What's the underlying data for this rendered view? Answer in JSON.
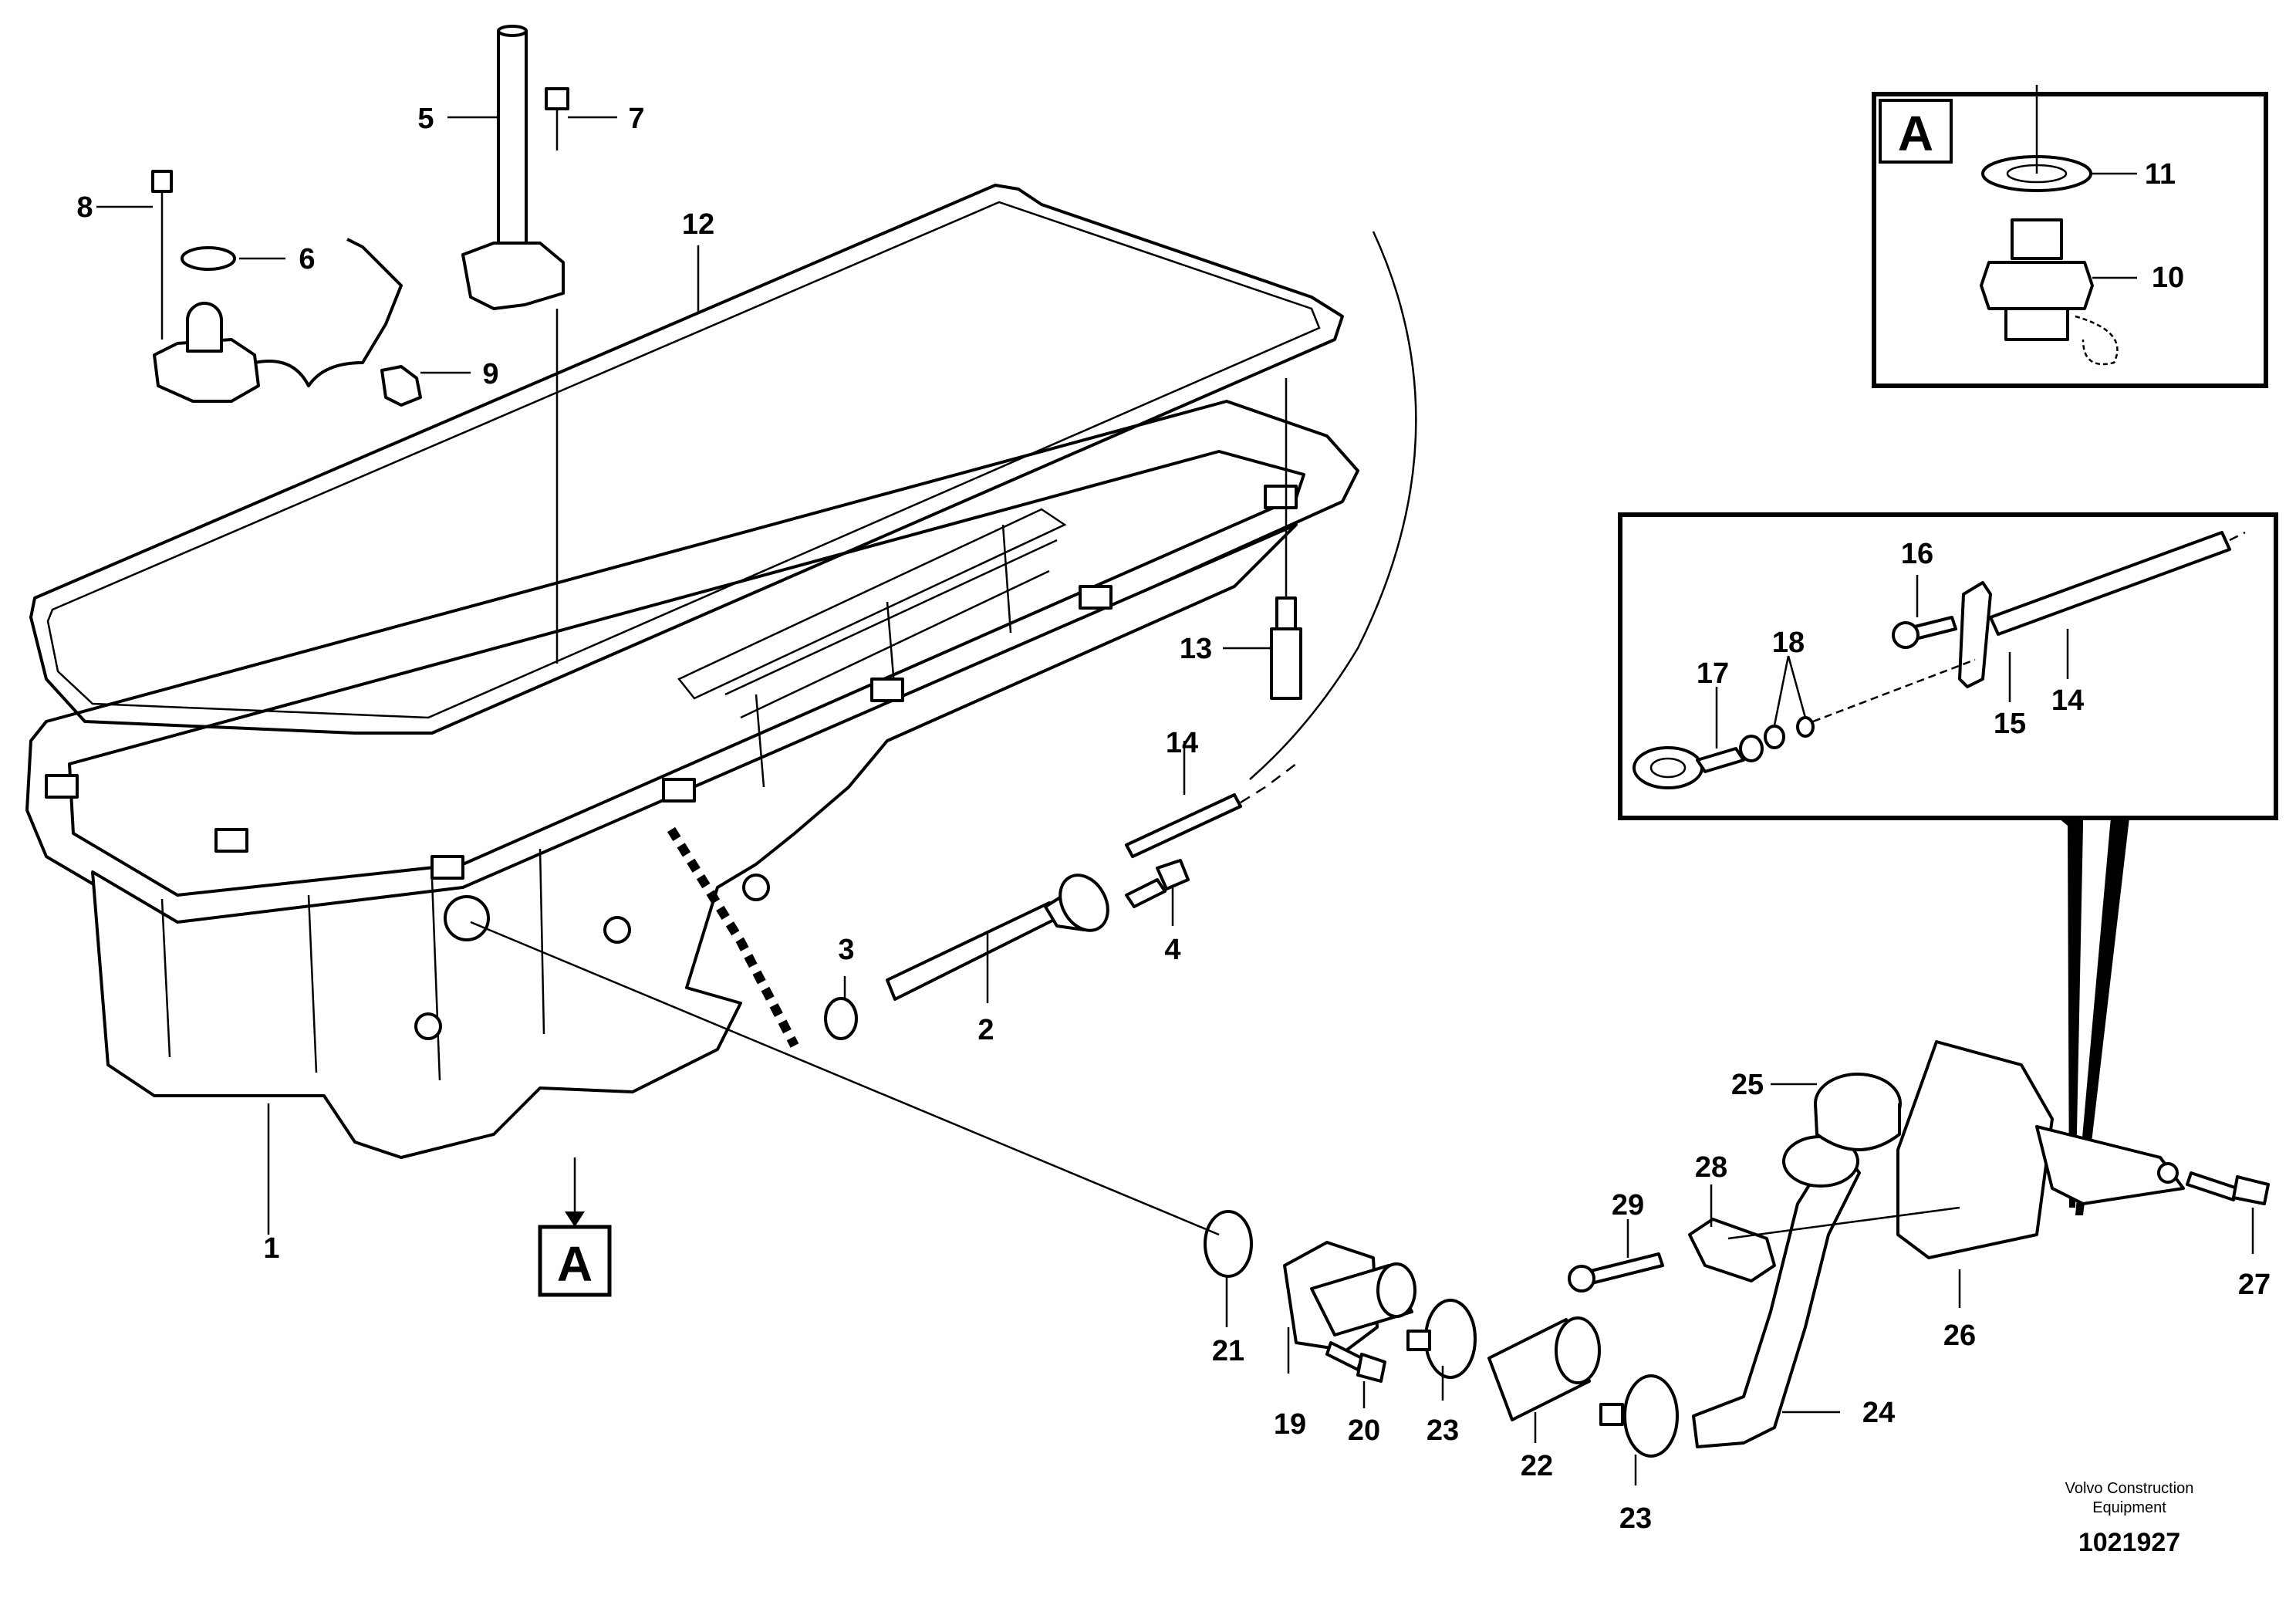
{
  "labels": {
    "l1": "1",
    "l2": "2",
    "l3": "3",
    "l4": "4",
    "l5": "5",
    "l6": "6",
    "l7": "7",
    "l8": "8",
    "l9": "9",
    "l10": "10",
    "l11": "11",
    "l12": "12",
    "l13": "13",
    "l14a": "14",
    "l14b": "14",
    "l15": "15",
    "l16": "16",
    "l17": "17",
    "l18": "18",
    "l19": "19",
    "l20": "20",
    "l21": "21",
    "l22": "22",
    "l23a": "23",
    "l23b": "23",
    "l24": "24",
    "l25": "25",
    "l26": "26",
    "l27": "27",
    "l28": "28",
    "l29": "29"
  },
  "view_marker": {
    "detail_label": "A",
    "callout_label": "A"
  },
  "footer": {
    "line1": "Volvo Construction",
    "line2": "Equipment",
    "code": "1021927"
  }
}
